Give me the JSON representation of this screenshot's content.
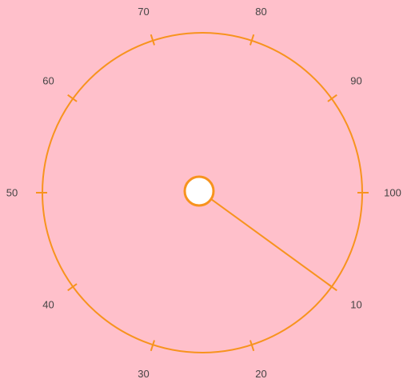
{
  "dial": {
    "value": 10,
    "scale_min": 10,
    "scale_max": 100,
    "tick_labels": [
      "10",
      "20",
      "30",
      "40",
      "50",
      "60",
      "70",
      "80",
      "90",
      "100"
    ],
    "colors": {
      "background": "#FFC0CB",
      "accent": "#F7931E",
      "knob_fill": "#FFFFFF",
      "label_text": "#444444"
    }
  }
}
